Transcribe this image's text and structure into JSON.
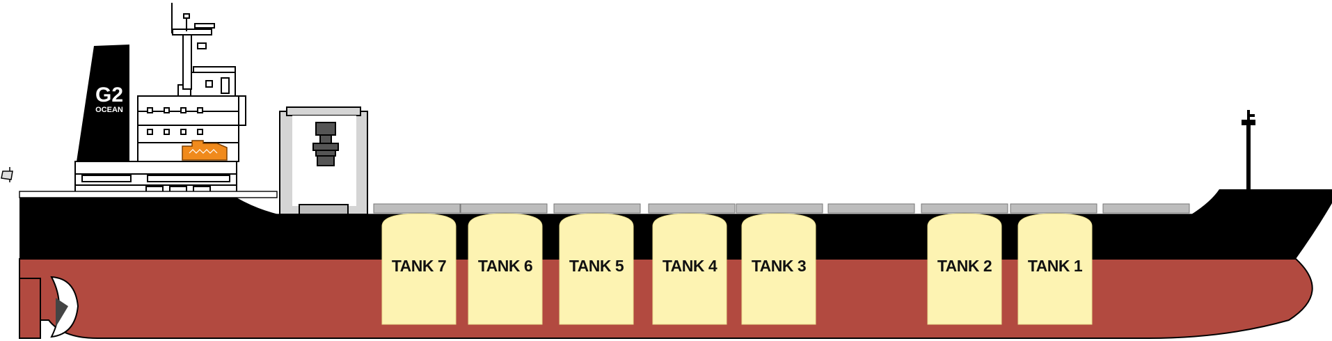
{
  "logo": {
    "mark": "G2",
    "name": "OCEAN"
  },
  "colors": {
    "hull_black": "#000000",
    "hull_red": "#b24a40",
    "tank_fill": "#fdf3b2",
    "lifeboat": "#f08a1c",
    "crane": "#d5d5d5",
    "hatch": "#bdbdbd"
  },
  "tanks": [
    {
      "label": "TANK 7"
    },
    {
      "label": "TANK 6"
    },
    {
      "label": "TANK 5"
    },
    {
      "label": "TANK 4"
    },
    {
      "label": "TANK 3"
    },
    {
      "label": "TANK 2"
    },
    {
      "label": "TANK 1"
    }
  ]
}
